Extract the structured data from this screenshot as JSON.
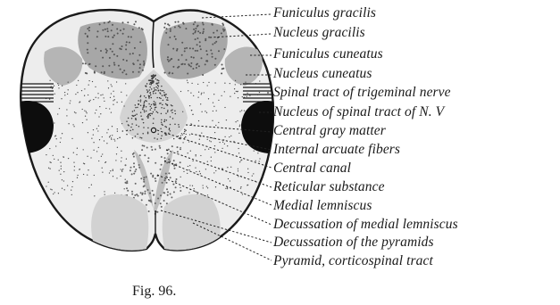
{
  "figure": {
    "caption": "Fig. 96.",
    "labels": [
      "Funiculus gracilis",
      "Nucleus gracilis",
      "Funiculus cuneatus",
      "Nucleus cuneatus",
      "Spinal tract of trigeminal nerve",
      "Nucleus of spinal tract of N. V",
      "Central gray matter",
      "Internal arcuate fibers",
      "Central canal",
      "Reticular substance",
      "Medial lemniscus",
      "Decussation of medial lemniscus",
      "Decussation of the pyramids",
      "Pyramid, corticospinal tract"
    ]
  }
}
